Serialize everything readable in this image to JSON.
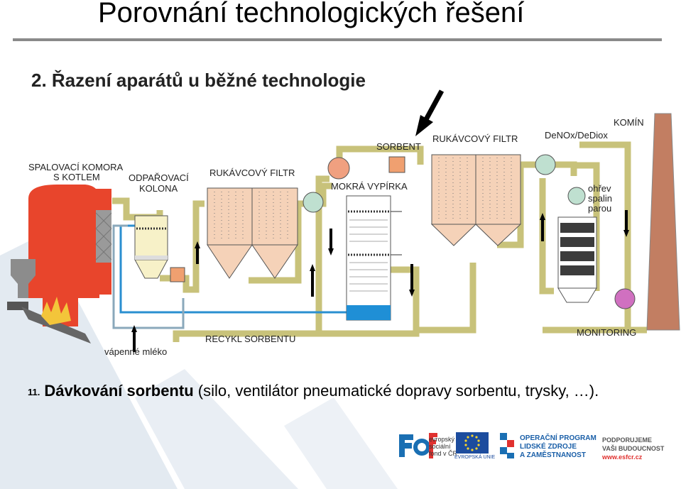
{
  "slide": {
    "title": "Porovnání technologických řešení",
    "subtitle": "2. Řazení aparátů u běžné technologie"
  },
  "labels": {
    "spalovaci_1": "SPALOVACÍ KOMORA",
    "spalovaci_2": "S KOTLEM",
    "odparovaci_1": "ODPAŘOVACÍ",
    "odparovaci_2": "KOLONA",
    "rukavcovy_1": "RUKÁVCOVÝ FILTR",
    "mokra": "MOKRÁ VYPÍRKA",
    "sorbent": "SORBENT",
    "rukavcovy_2": "RUKÁVCOVÝ FILTR",
    "denox": "DeNOx/DeDiox",
    "komin": "KOMÍN",
    "ohrev_1": "ohřev",
    "ohrev_2": "spalin",
    "ohrev_3": "parou",
    "monitoring": "MONITORING",
    "recykl": "RECYKL SORBENTU",
    "vapenne": "vápenné mléko"
  },
  "note": {
    "number": "11.",
    "bold": "Dávkování sorbentu",
    "rest": " (silo, ventilátor pneumatické dopravy sorbentu, trysky, …)."
  },
  "logos": {
    "esf_1": "evropský",
    "esf_2": "sociální",
    "esf_3": "fond v ČR",
    "eu": "EVROPSKÁ UNIE",
    "op_1": "OPERAČNÍ PROGRAM",
    "op_2": "LIDSKÉ ZDROJE",
    "op_3": "A ZAMĚSTNANOST",
    "pod_1": "PODPORUJEME",
    "pod_2": "VAŠI BUDOUCNOST",
    "pod_3": "www.esfcr.cz"
  },
  "colors": {
    "duct": "#c8c27a",
    "boiler": "#e8452c",
    "filter": "#f5d2b8",
    "water_line": "#2a8fd0",
    "stack": "#c27e62",
    "fan": "#f0a080",
    "monitor": "#d070c0",
    "deco": "#dfe7ef"
  }
}
